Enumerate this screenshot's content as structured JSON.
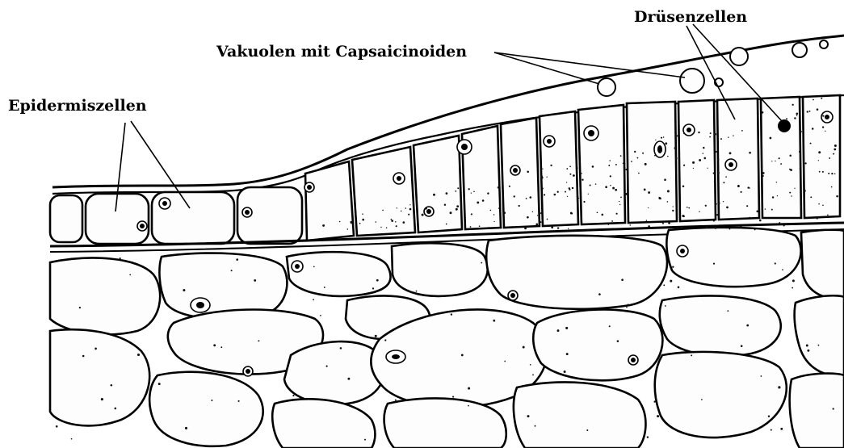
{
  "labels": {
    "epidermis": "Epidermiszellen",
    "vacuoles": "Vakuolen mit Capsaicinoiden",
    "gland_cells": "Drüsenzellen"
  },
  "colors": {
    "background": "#ffffff",
    "ink": "#000000"
  }
}
